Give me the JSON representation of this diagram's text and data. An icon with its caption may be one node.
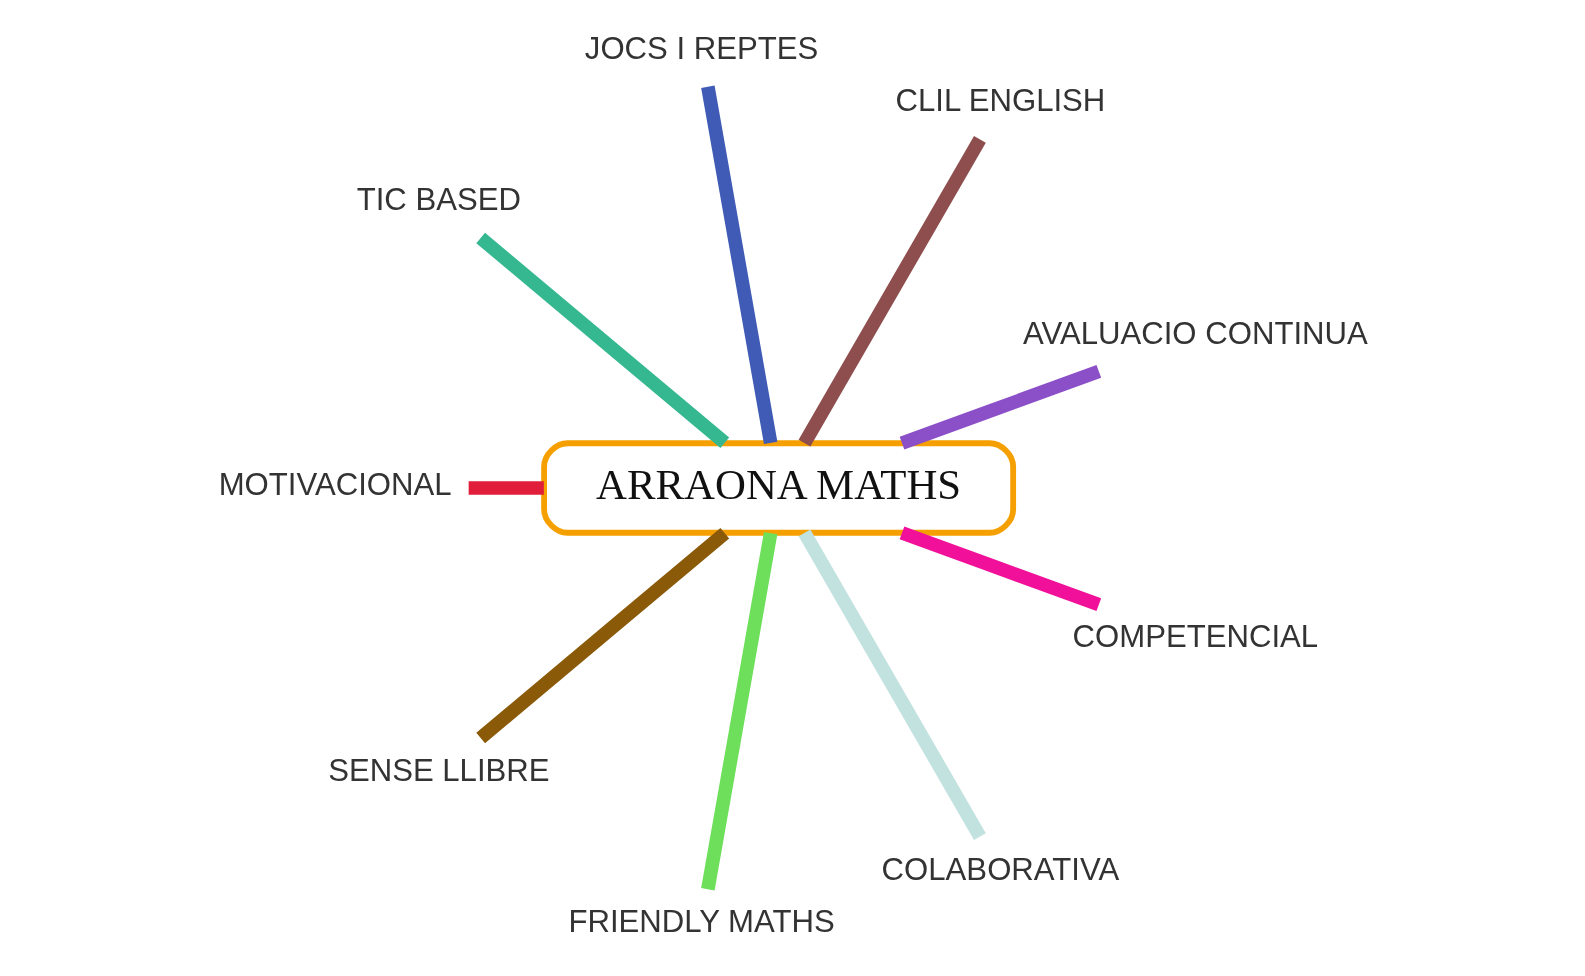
{
  "diagram": {
    "nodes": [
      {
        "text": [
          "ARRAONA MATHS"
        ]
      },
      {
        "text": [
          "AVALUACIO CONTINUA"
        ]
      },
      {
        "text": [
          "CLIL ENGLISH"
        ]
      },
      {
        "text": [
          "JOCS I REPTES"
        ]
      },
      {
        "text": [
          "TIC BASED"
        ]
      },
      {
        "text": [
          "MOTIVACIONAL"
        ]
      },
      {
        "text": [
          "SENSE LLIBRE"
        ]
      },
      {
        "text": [
          "FRIENDLY MATHS"
        ]
      },
      {
        "text": [
          "COLABORATIVA"
        ]
      },
      {
        "text": [
          "COMPETENCIAL"
        ]
      }
    ],
    "edges": [
      {
        "from": 0,
        "to": 1,
        "arrow": "none",
        "color": "#8b4fc8"
      },
      {
        "from": 0,
        "to": 3,
        "arrow": "none",
        "color": "#3f5bb5"
      },
      {
        "from": 0,
        "to": 5,
        "arrow": "none",
        "color": "#e01e3a"
      },
      {
        "from": 0,
        "to": 7,
        "arrow": "none",
        "color": "#6ddf5a"
      },
      {
        "from": 0,
        "to": 9,
        "arrow": "none",
        "color": "#f0109a"
      },
      {
        "from": 0,
        "to": 8,
        "arrow": "none",
        "color": "#c2e2e0"
      },
      {
        "from": 0,
        "to": 6,
        "arrow": "none",
        "color": "#8a5a08"
      },
      {
        "from": 0,
        "to": 4,
        "arrow": "none",
        "color": "#35b890"
      },
      {
        "from": 0,
        "to": 2,
        "arrow": "none",
        "color": "#8e4e4e"
      }
    ]
  }
}
